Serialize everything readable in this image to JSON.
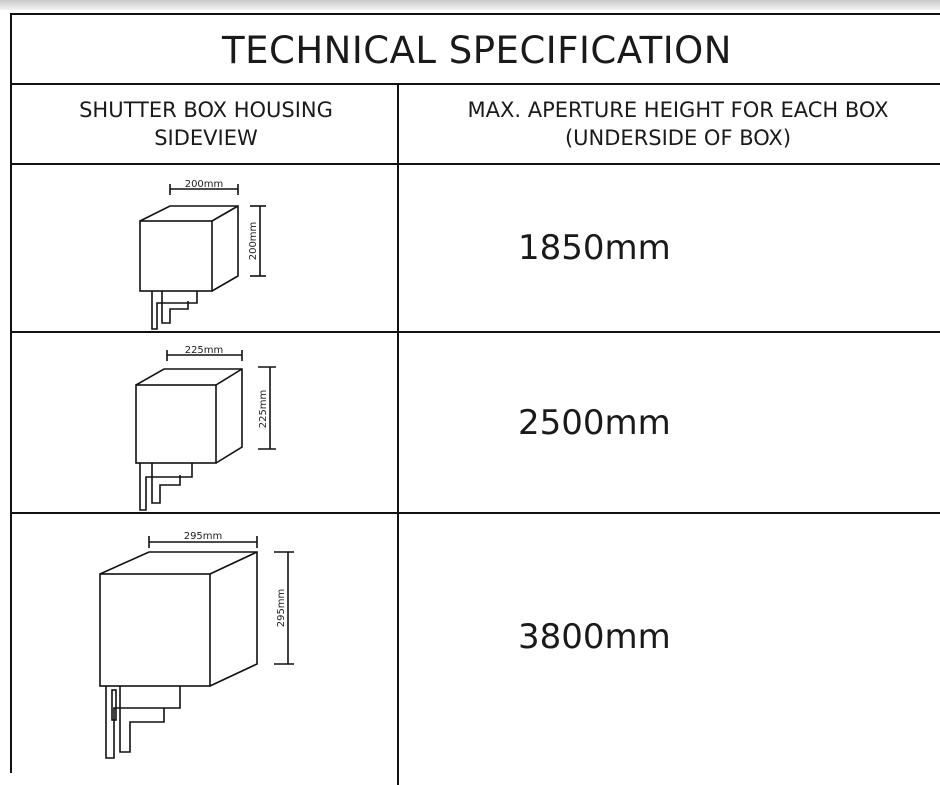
{
  "title": "TECHNICAL SPECIFICATION",
  "columns": {
    "col1_line1": "SHUTTER BOX HOUSING",
    "col1_line2": "SIDEVIEW",
    "col2_line1": "MAX. APERTURE HEIGHT FOR EACH BOX",
    "col2_line2": "(UNDERSIDE OF BOX)"
  },
  "rows": [
    {
      "dimension": "200mm",
      "height_label": "200mm",
      "max_height": "1850mm"
    },
    {
      "dimension": "225mm",
      "height_label": "225mm",
      "max_height": "2500mm"
    },
    {
      "dimension": "295mm",
      "height_label": "295mm",
      "max_height": "3800mm"
    }
  ]
}
